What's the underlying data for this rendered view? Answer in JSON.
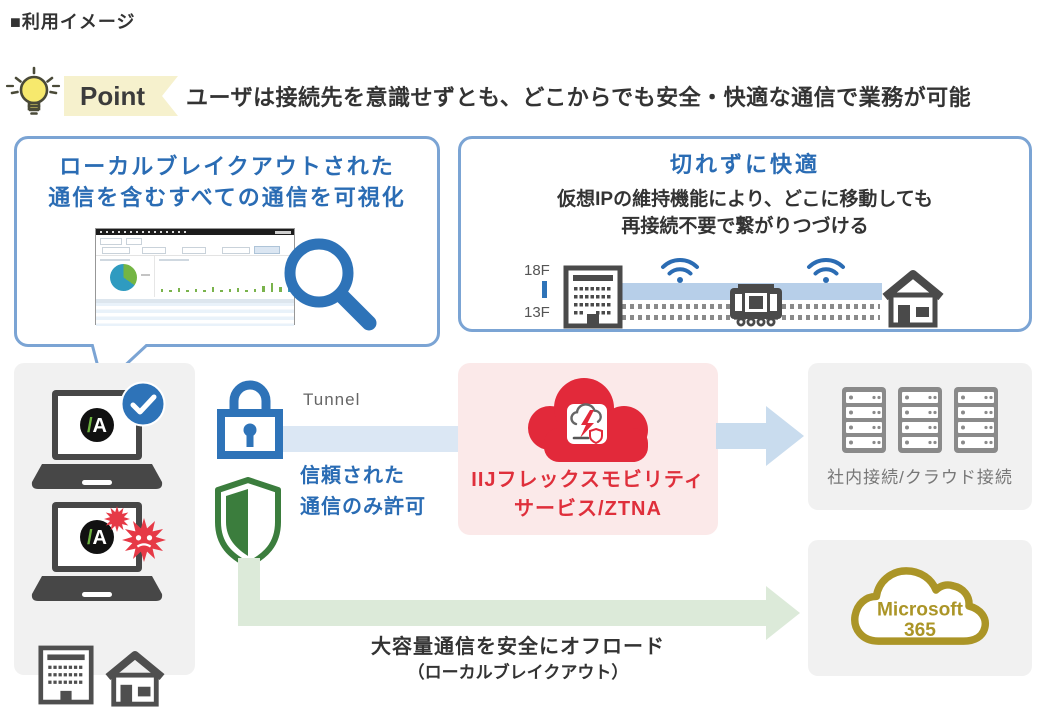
{
  "heading": "■利用イメージ",
  "point": {
    "label": "Point",
    "text": "ユーザは接続先を意識せずとも、どこからでも安全・快適な通信で業務が可能"
  },
  "visibility_bubble": {
    "title_line1": "ローカルブレイクアウトされた",
    "title_line2": "通信を含むすべての通信を可視化"
  },
  "comfort_bubble": {
    "title": "切れずに快適",
    "body_line1": "仮想IPの維持機能により、どこに移動しても",
    "body_line2": "再接続不要で繋がりつづける",
    "floor_top": "18F",
    "floor_bottom": "13F"
  },
  "tunnel": {
    "label": "Tunnel"
  },
  "trust": {
    "line1": "信頼された",
    "line2": "通信のみ許可"
  },
  "service": {
    "line1": "IIJフレックスモビリティ",
    "line2": "サービス/ZTNA"
  },
  "device": {
    "logo_slash": "/",
    "logo_letter": "A"
  },
  "destinations": {
    "servers_label": "社内接続/クラウド接続",
    "m365_line1": "Microsoft",
    "m365_line2": "365"
  },
  "offload": {
    "line1": "大容量通信を安全にオフロード",
    "line2": "（ローカルブレイクアウト）"
  },
  "colors": {
    "accent_blue": "#2a6cb4",
    "bubble_border": "#7ba4d4",
    "tunnel_band": "#dbe7f4",
    "arrow_blue": "#c9dcee",
    "rail_band_blue": "#b7cfe9",
    "service_red": "#df2f3b",
    "cloud_red": "#e2293a",
    "pink_bg": "#fbe9e9",
    "shield_green": "#3b7d3d",
    "arrow_green": "#dcead9",
    "m365_gold": "#ab9527",
    "box_gray": "#f1f1f1",
    "icon_gray": "#8a8a8a",
    "point_bg": "#f6f1cd",
    "text_dark": "#333333"
  }
}
